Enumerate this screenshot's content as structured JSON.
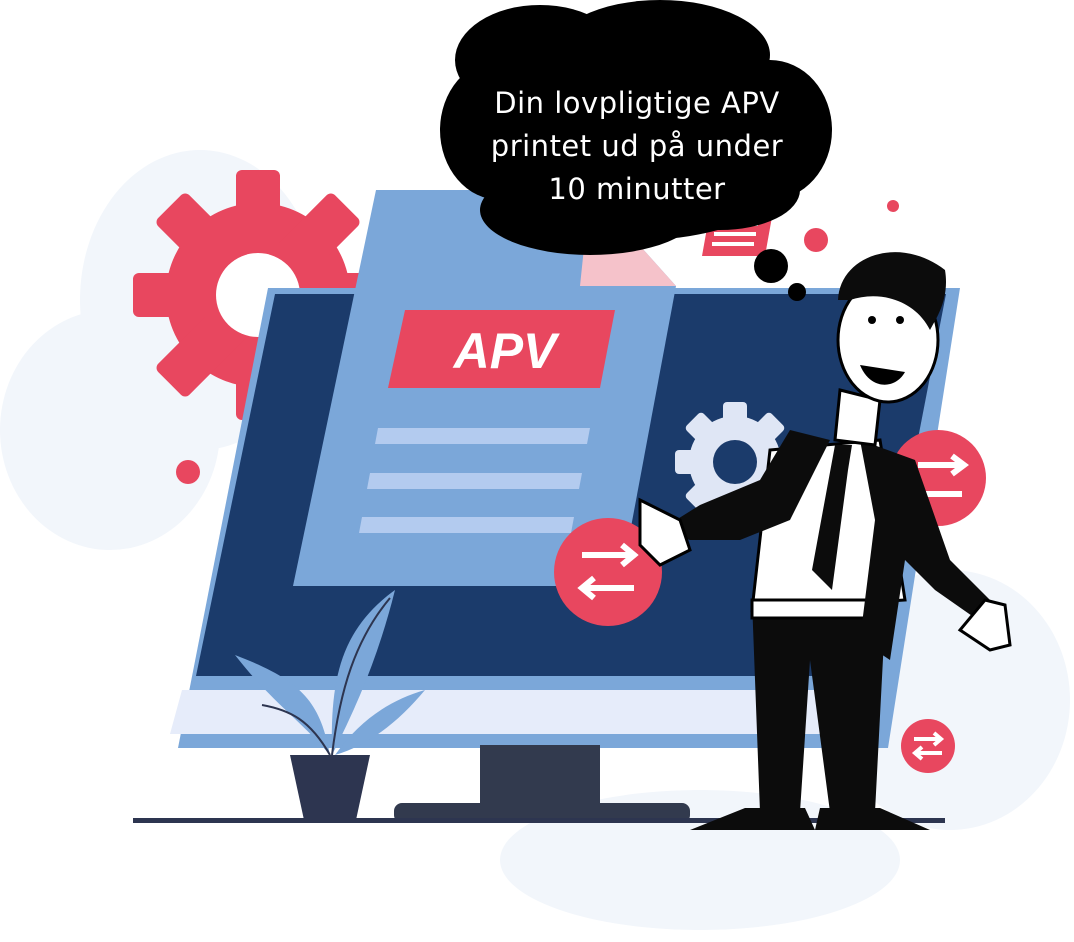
{
  "speech_bubble": {
    "lines": [
      "Din lovpligtige APV",
      "printet ud på under",
      "10 minutter"
    ]
  },
  "document": {
    "banner_label": "APV"
  },
  "colors": {
    "accent_red": "#e8475f",
    "screen_navy": "#1b3b6b",
    "document_blue": "#7ba7d9",
    "stand_dark": "#323a4e"
  }
}
